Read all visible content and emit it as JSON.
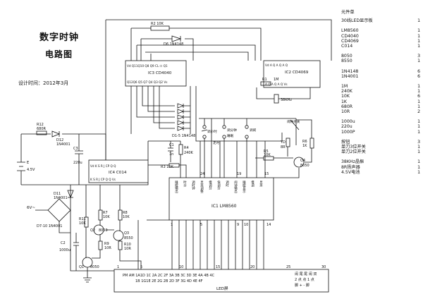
{
  "title": "数字时钟",
  "subtitle": "电路图",
  "design_time": "设计时间：2012年3月",
  "bom": {
    "header": "元件单",
    "items": [
      {
        "name": "30线LED显示板",
        "qty": "1"
      },
      {
        "gap": true
      },
      {
        "name": "LM8560",
        "qty": "1"
      },
      {
        "name": "CD4040",
        "qty": "1"
      },
      {
        "name": "CD4069",
        "qty": "1"
      },
      {
        "name": "C014",
        "qty": "1"
      },
      {
        "gap": true
      },
      {
        "name": "8050",
        "qty": "3"
      },
      {
        "name": "8550",
        "qty": "1"
      },
      {
        "gap": true
      },
      {
        "name": "1N4148",
        "qty": "6"
      },
      {
        "name": "1N4001",
        "qty": "6"
      },
      {
        "gap": true
      },
      {
        "name": "1M",
        "qty": "1"
      },
      {
        "name": "240K",
        "qty": "1"
      },
      {
        "name": "10K",
        "qty": "6"
      },
      {
        "name": "1K",
        "qty": "1"
      },
      {
        "name": "680R",
        "qty": "1"
      },
      {
        "name": "10R",
        "qty": "2"
      },
      {
        "gap": true
      },
      {
        "name": "1000u",
        "qty": "1"
      },
      {
        "name": "220u",
        "qty": "1"
      },
      {
        "name": "1000P",
        "qty": "1"
      },
      {
        "gap": true
      },
      {
        "name": "按钮",
        "qty": "3"
      },
      {
        "name": "单刀3位开关",
        "qty": "1"
      },
      {
        "name": "单刀2位开关",
        "qty": "1"
      },
      {
        "gap": true
      },
      {
        "name": "38KHz晶振",
        "qty": "1"
      },
      {
        "name": "8R扬声器",
        "qty": "1"
      },
      {
        "name": "4.5V电池",
        "qty": "1"
      }
    ]
  },
  "labels": {
    "r2": "R2  10K",
    "d6": "D6  1N4148",
    "ic3": "IC3  CD4040",
    "ic3_top": "Vd  Q11Q10 Q8  Q9  CL   ☐   Q1",
    "ic3_bot": "Q12Q6  Q5  Q7  Q4  Q3  Q2  Vs",
    "ic2": "IC2  CD4069",
    "ic2_top": "Vd  A    Q    A    Q    A    Q",
    "ic2_bot": "A    Q    A    Q    A    Q   Vs",
    "r1": "R1",
    "r1v": "1M",
    "xtal": "38KHz",
    "d_array": "D1-5  1N4148",
    "ic4": "IC4  C014",
    "ic4_top": "Vd   K    S    R    J   CP   Q   Q",
    "ic4_bot": "K    S    R    J   CP   Q   Q   Vs",
    "r12": "R12",
    "r12v": "680R",
    "d12": "D12",
    "d12v": "1N4001",
    "c3": "C3",
    "c3v": "220u",
    "batt": "4.5V",
    "batt_e": "E",
    "d11": "D11",
    "d11v": "1N4001",
    "v6": "6V~",
    "d7": "D7-10  1N4001",
    "c1": "C1",
    "c1v": "1n",
    "r4": "R4",
    "r4v": "240K",
    "r3": "R3  10K",
    "r11": "R11",
    "r11v": "10K",
    "r7": "R7",
    "r7v": "10K",
    "r8": "R8",
    "r8v": "10K",
    "q2": "Q2",
    "q2v": "8050",
    "q3": "Q3",
    "q3v": "8550",
    "r9": "R9",
    "r9v": "10R",
    "r10": "R10",
    "r10v": "10R",
    "c2": "C2",
    "c2v": "1000u",
    "q1": "Q1",
    "q1v": "8050",
    "ic1": "IC1  LM8560",
    "r5": "R5",
    "r5v": "10K",
    "r6": "R6",
    "r6v": "1K",
    "q4": "Q4",
    "q4v": "8050",
    "yd": "YD",
    "yd8r": "8R",
    "sw1": "闹钟开关",
    "btn_hour": "调小时",
    "btn_min": "调分钟",
    "btn_sleep": "睡眠",
    "btn_time": "走时",
    "btn_alarm_set": "调闹",
    "ic1_pin_labels": [
      "睡眠输出",
      "时分",
      "调时钟",
      "显示调整",
      "慢调分",
      "快调分",
      "调时",
      "闹钟输出",
      "睡眠显示",
      "慢调",
      "显示"
    ],
    "pin_24": "24",
    "pin_19": "19",
    "pin_15": "15",
    "pin_1": "1",
    "pin_5": "5",
    "pin_9": "9",
    "pin_10": "10",
    "pin_14": "14",
    "led_pin_1": "1",
    "led_pin_5": "5",
    "led_pin_10": "10",
    "led_pin_15": "15",
    "led_pin_20": "20",
    "led_pin_25": "25",
    "led_pin_30": "30",
    "led_bottom": "PM  AM      1A1D 1C 2A  2C  2F    3A  3B  3C  3D  3E  4A  4B  4C",
    "led_bottom2": "1B      1G1E  2E  2G  2B  2D  3F  3G  4D  4E  4F",
    "led_right": "闹   尾   尾   闹   双",
    "led_right2": "2    点   点   1    点",
    "led_right3": "脚  +    -    脚",
    "led_board": "LED屏"
  }
}
